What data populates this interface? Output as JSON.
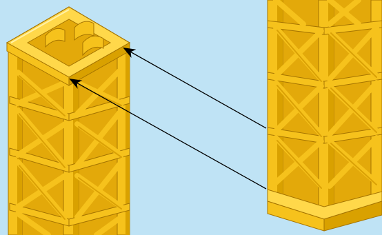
{
  "scene": {
    "background_color": "#bfe3f5",
    "beam_color": "#f6c21c",
    "beam_highlight": "#ffe27a",
    "beam_shadow": "#d49a00",
    "beam_dark": "#b07d00",
    "outline_color": "#8a6200",
    "arrow_color": "#000000"
  },
  "parts": {
    "left_piece": {
      "name": "tower-section-with-top-cap",
      "view": "isometric"
    },
    "right_piece": {
      "name": "tower-section-with-bottom-base",
      "view": "isometric"
    },
    "arrows": [
      {
        "name": "assembly-arrow-upper",
        "direction": "right-to-left"
      },
      {
        "name": "assembly-arrow-lower",
        "direction": "right-to-left"
      }
    ]
  }
}
